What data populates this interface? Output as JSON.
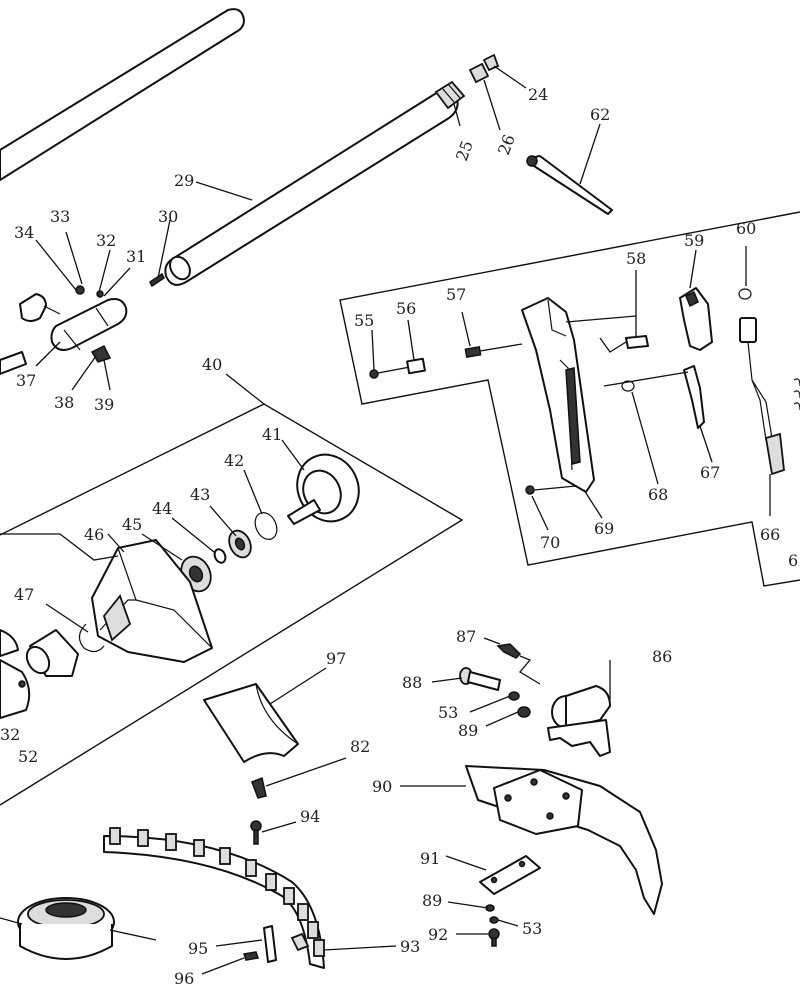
{
  "labels": {
    "p24": "24",
    "p25": "25",
    "p26": "26",
    "p62": "62",
    "p29": "29",
    "p30": "30",
    "p31": "31",
    "p32": "32",
    "p33": "33",
    "p34": "34",
    "p37": "37",
    "p38": "38",
    "p39": "39",
    "p40": "40",
    "p41": "41",
    "p42": "42",
    "p43": "43",
    "p44": "44",
    "p45": "45",
    "p46": "46",
    "p47": "47",
    "p52": "52",
    "p32b": "32",
    "p55": "55",
    "p56": "56",
    "p57": "57",
    "p58": "58",
    "p59": "59",
    "p60": "60",
    "p66": "66",
    "p6x": "6",
    "p67": "67",
    "p68": "68",
    "p69": "69",
    "p70": "70",
    "p86": "86",
    "p87": "87",
    "p88": "88",
    "p53a": "53",
    "p89a": "89",
    "p97": "97",
    "p82": "82",
    "p90": "90",
    "p94": "94",
    "p91": "91",
    "p89b": "89",
    "p53b": "53",
    "p92": "92",
    "p95": "95",
    "p93": "93",
    "p96": "96"
  }
}
